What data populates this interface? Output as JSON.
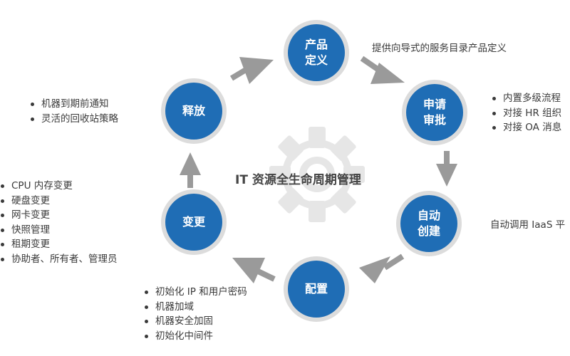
{
  "center_title": "IT 资源全生命周期管理",
  "nodes": {
    "product_define": "产品\n定义",
    "apply_approve": "申请\n审批",
    "auto_create": "自动\n创建",
    "configure": "配置",
    "change": "变更",
    "release": "释放"
  },
  "notes": {
    "product_define": "提供向导式的服务目录产品定义",
    "apply_approve": [
      "内置多级流程",
      "对接 HR 组织",
      "对接 OA 消息"
    ],
    "auto_create": "自动调用 IaaS 平",
    "configure": [
      "初始化 IP 和用户密码",
      "机器加域",
      "机器安全加固",
      "初始化中间件"
    ],
    "change": [
      "CPU 内存变更",
      "硬盘变更",
      "网卡变更",
      "快照管理",
      "租期变更",
      "协助者、所有者、管理员"
    ],
    "release": [
      "机器到期前通知",
      "灵活的回收站策略"
    ]
  },
  "colors": {
    "node_blue": "#1f6db5",
    "ring_gray": "#dcdcdc",
    "arrow_gray": "#9a9a9a",
    "gear_gray": "#e6e6e6"
  }
}
